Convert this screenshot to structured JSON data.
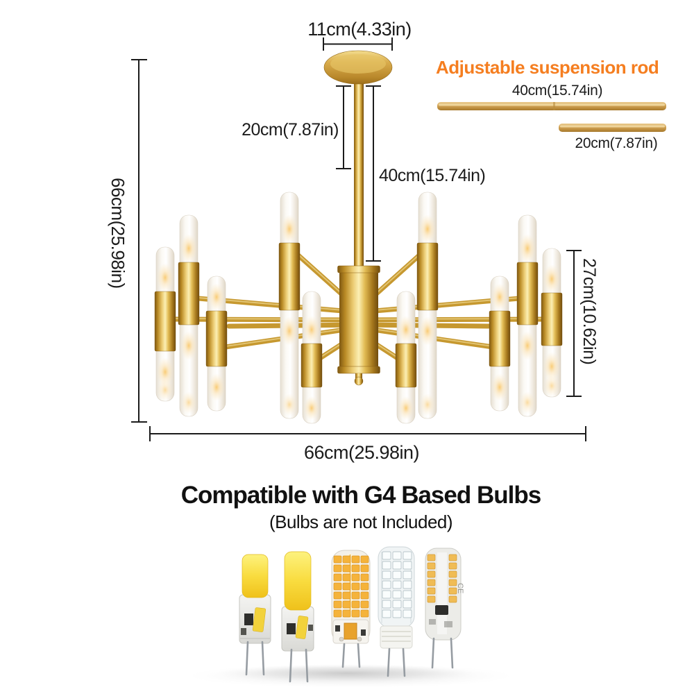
{
  "dimensions": {
    "canopy_width": "11cm(4.33in)",
    "suspension_min": "20cm(7.87in)",
    "suspension_max": "40cm(15.74in)",
    "total_height": "66cm(25.98in)",
    "fixture_height": "27cm(10.62in)",
    "fixture_width": "66cm(25.98in)"
  },
  "suspension_rods": {
    "title": "Adjustable suspension rod",
    "long_rod_label": "40cm(15.74in)",
    "short_rod_label": "20cm(7.87in)"
  },
  "bulb_section": {
    "heading": "Compatible with G4 Based Bulbs",
    "note": "(Bulbs are not Included)",
    "ce_mark": "CE",
    "bulb_count": 5,
    "socket_type": "G4"
  },
  "colors": {
    "accent_orange": "#F57E20",
    "brass_gold": "#C9952C",
    "dimension_line": "#1B1B1B",
    "background": "#FFFFFF"
  }
}
